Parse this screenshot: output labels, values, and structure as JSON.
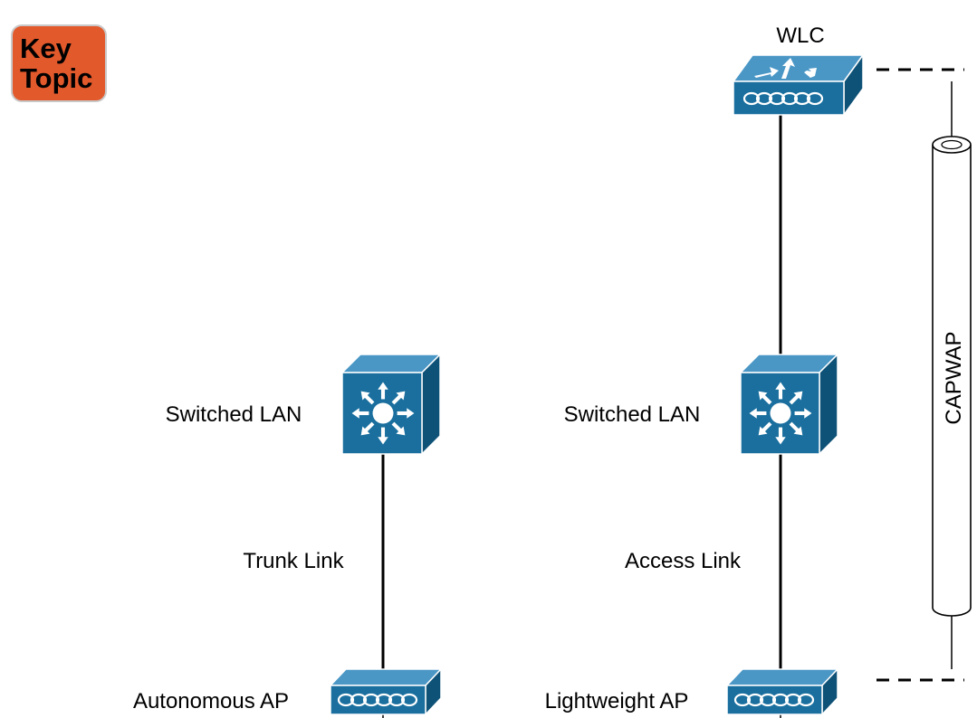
{
  "badge": {
    "line1": "Key",
    "line2": "Topic"
  },
  "left_column": {
    "switch_label": "Switched LAN",
    "link_label": "Trunk Link",
    "ap_label": "Autonomous AP"
  },
  "right_column": {
    "wlc_label": "WLC",
    "switch_label": "Switched LAN",
    "link_label": "Access Link",
    "ap_label": "Lightweight AP"
  },
  "tunnel": {
    "label": "CAPWAP"
  },
  "colors": {
    "device_front": "#1A6F9E",
    "device_top": "#4A97C6",
    "device_side": "#0F5277",
    "badge": "#E2592C",
    "line": "#000000"
  },
  "icons": {
    "switch": "multilayer-switch-icon",
    "wlc": "wireless-lan-controller-icon",
    "ap": "access-point-icon"
  }
}
